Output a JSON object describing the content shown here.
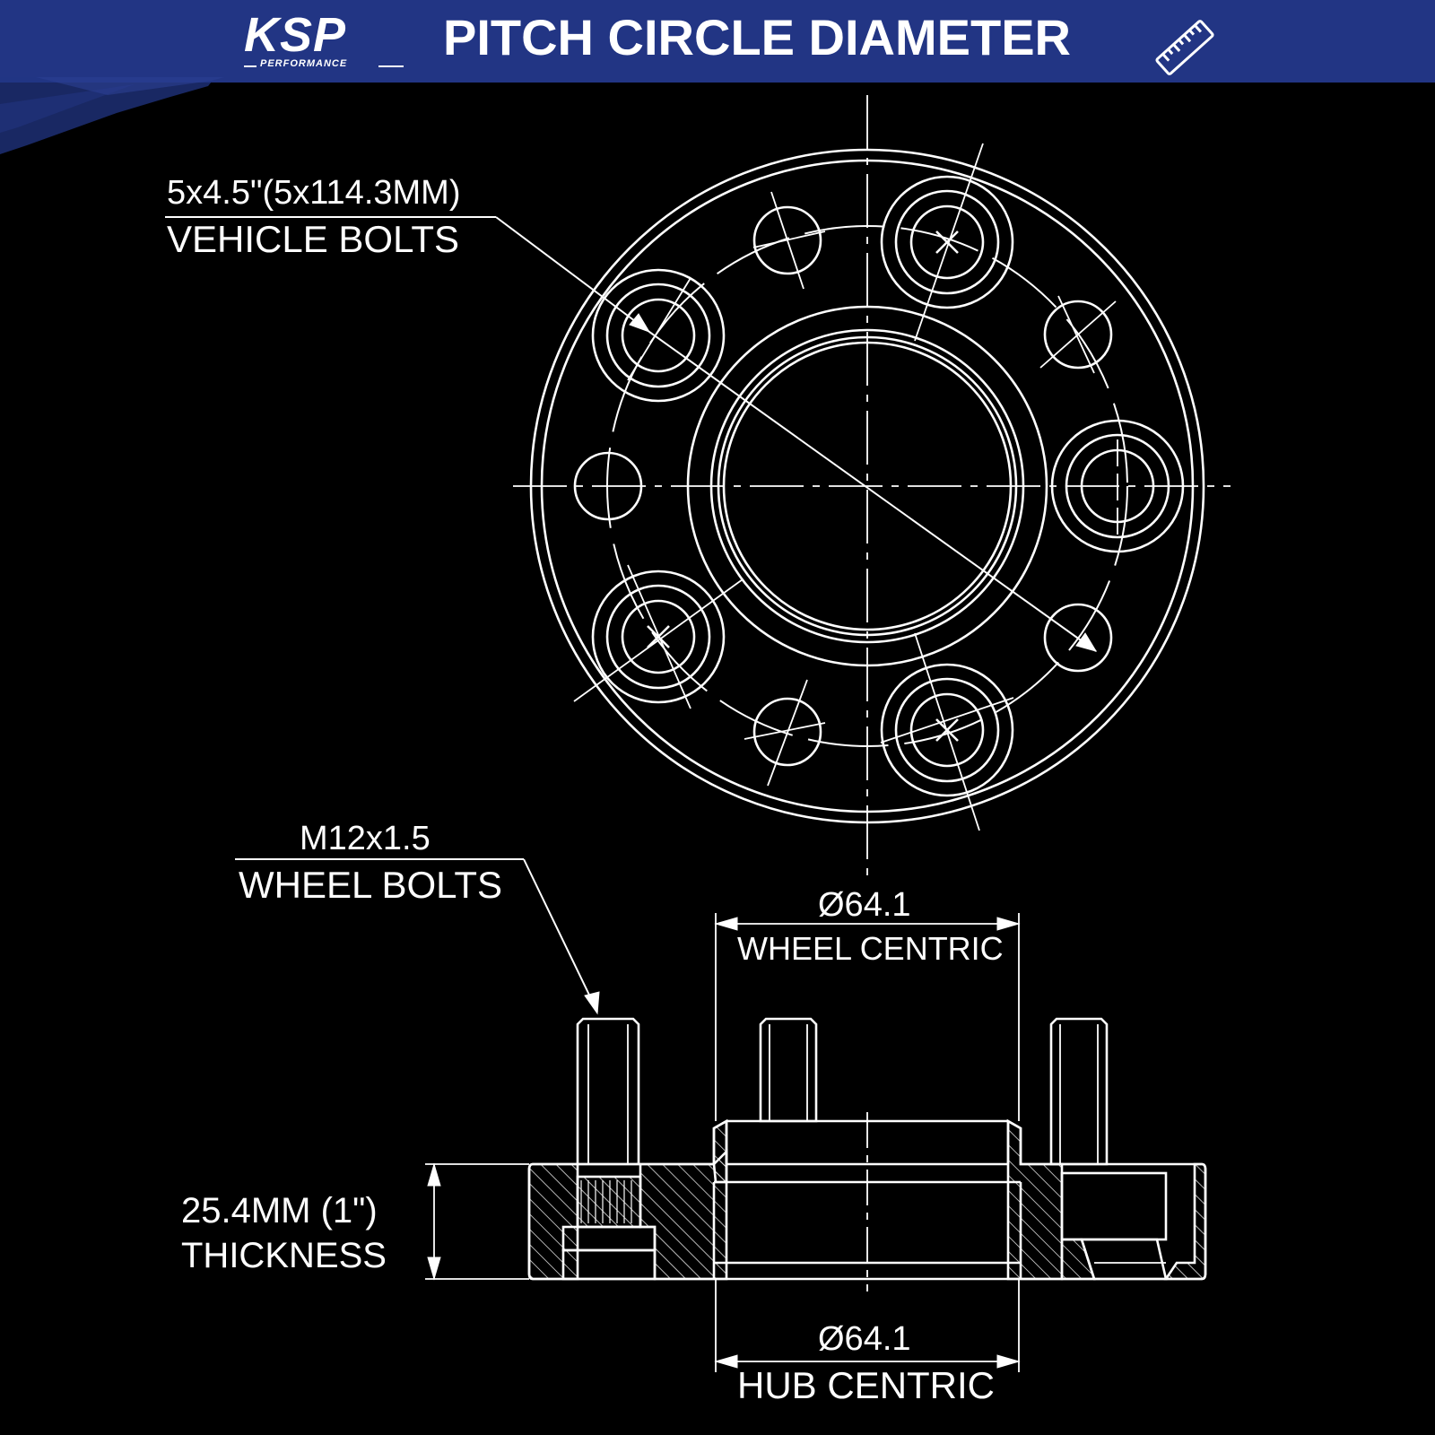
{
  "header": {
    "logo_text": "KSP",
    "logo_subtext": "PERFORMANCE",
    "title": "PITCH CIRCLE DIAMETER",
    "icon": "ruler-icon"
  },
  "colors": {
    "header_bg": "#223584",
    "background": "#000000",
    "line": "#ffffff"
  },
  "labels": {
    "vehicle_bolts_spec": "5x4.5\"(5x114.3MM)",
    "vehicle_bolts_name": "VEHICLE BOLTS",
    "wheel_bolts_spec": "M12x1.5",
    "wheel_bolts_name": "WHEEL BOLTS",
    "wheel_centric_value": "Ø64.1",
    "wheel_centric_name": "WHEEL CENTRIC",
    "thickness_value": "25.4MM (1\")",
    "thickness_name": "THICKNESS",
    "hub_centric_value": "Ø64.1",
    "hub_centric_name": "HUB CENTRIC"
  }
}
